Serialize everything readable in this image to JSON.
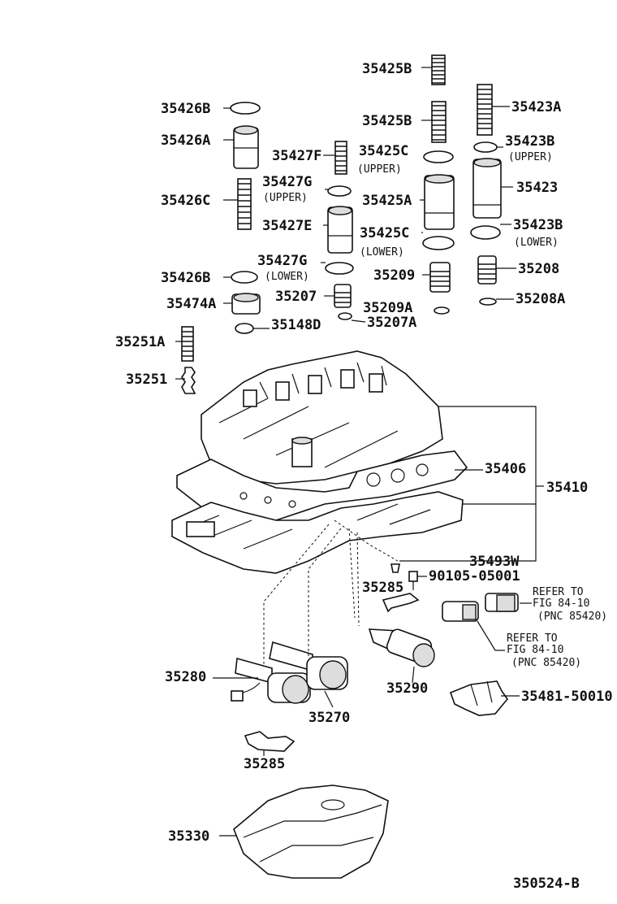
{
  "labels": {
    "l35425B_top": "35425B",
    "l35426B_top": "35426B",
    "l35425B_2": "35425B",
    "l35423A": "35423A",
    "l35426A": "35426A",
    "l35427F": "35427F",
    "l35425C_up": "35425C",
    "l35425C_up_sub": "(UPPER)",
    "l35423B_up": "35423B",
    "l35423B_up_sub": "(UPPER)",
    "l35427G_up": "35427G",
    "l35427G_up_sub": "(UPPER)",
    "l35426C": "35426C",
    "l35425A": "35425A",
    "l35423": "35423",
    "l35427E": "35427E",
    "l35425C_low": "35425C",
    "l35425C_low_sub": "(LOWER)",
    "l35423B_low": "35423B",
    "l35423B_low_sub": "(LOWER)",
    "l35427G_low": "35427G",
    "l35427G_low_sub": "(LOWER)",
    "l35208": "35208",
    "l35426B_2": "35426B",
    "l35209": "35209",
    "l35207": "35207",
    "l35474A": "35474A",
    "l35209A": "35209A",
    "l35208A": "35208A",
    "l35148D": "35148D",
    "l35207A": "35207A",
    "l35251A": "35251A",
    "l35251": "35251",
    "l35406": "35406",
    "l35410": "35410",
    "l35493W": "35493W",
    "l90105": "90105-05001",
    "l35285_a": "35285",
    "l35280": "35280",
    "l35290": "35290",
    "l35481": "35481-50010",
    "l35270": "35270",
    "l35285_b": "35285",
    "l35330": "35330",
    "ref1_a": "REFER TO",
    "ref1_b": "FIG 84-10",
    "ref1_c": "(PNC 85420)",
    "ref2_a": "REFER TO",
    "ref2_b": "FIG 84-10",
    "ref2_c": "(PNC 85420)",
    "fig_id": "350524-B"
  }
}
